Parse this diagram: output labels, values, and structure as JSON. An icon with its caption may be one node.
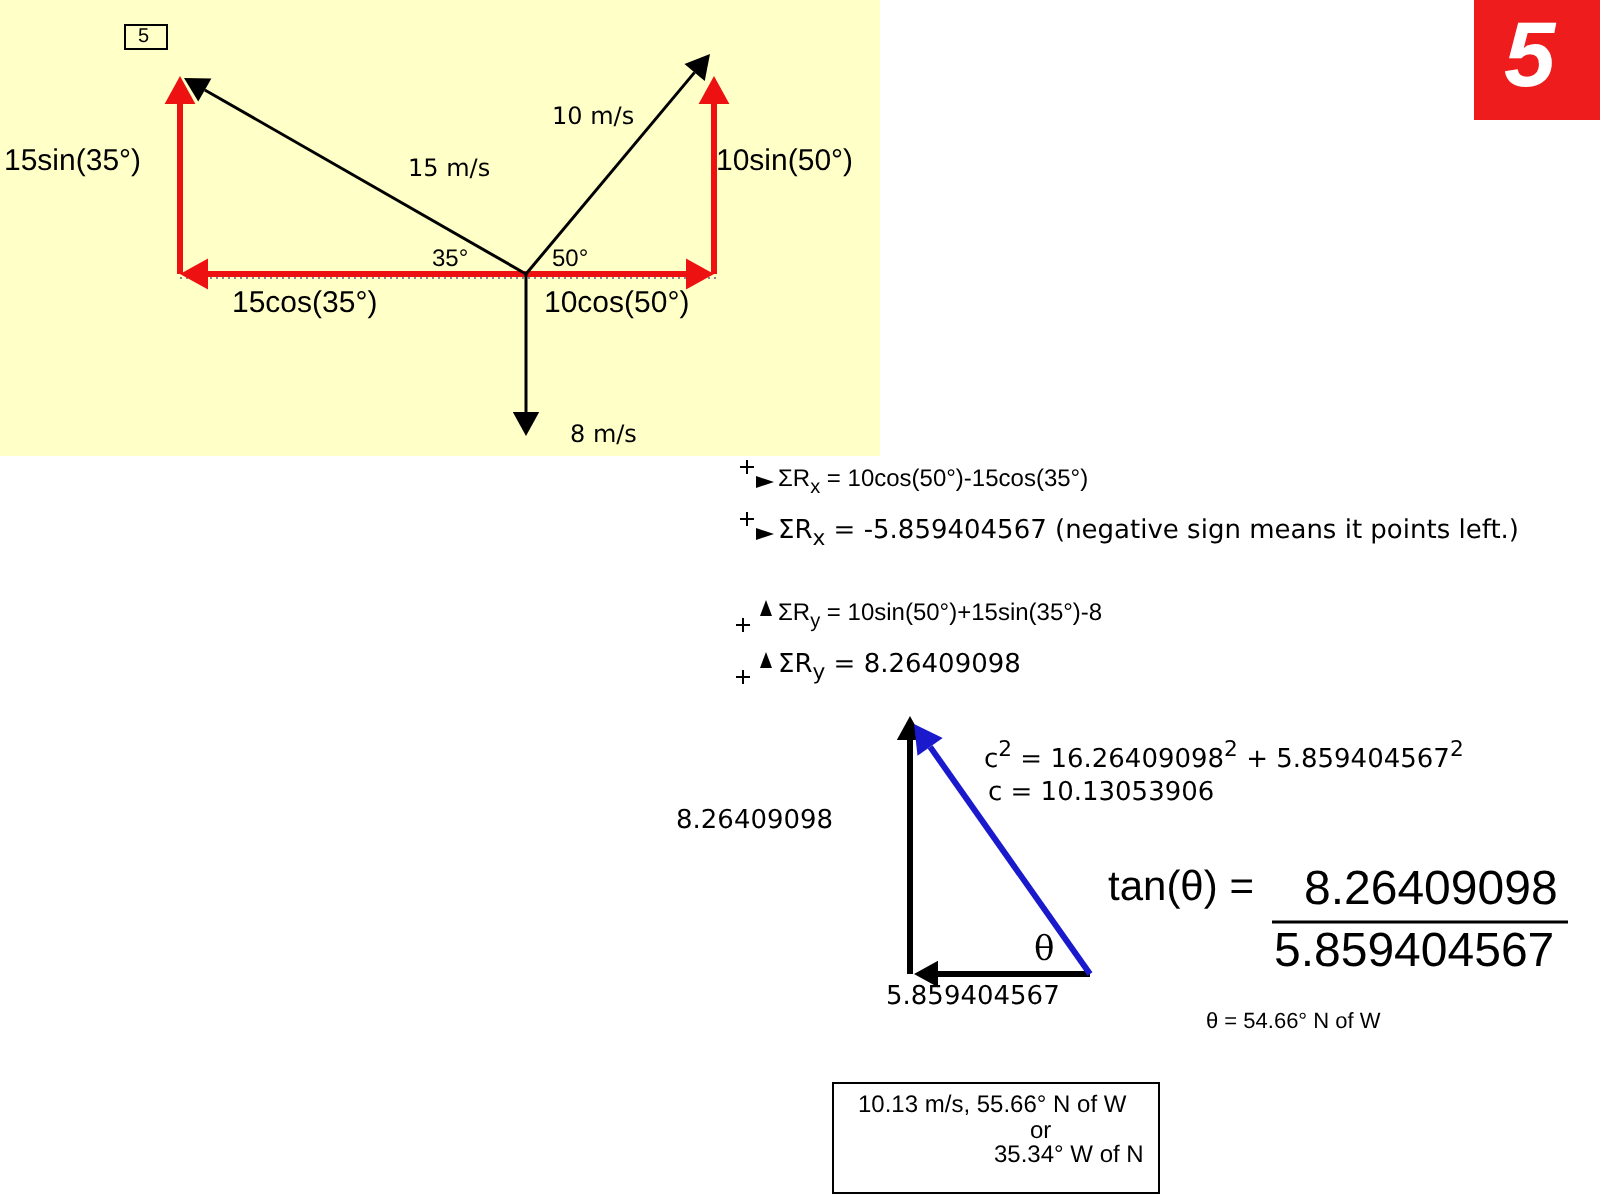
{
  "diagram": {
    "nodes": [
      {
        "text": [
          "5"
        ]
      },
      {
        "text": [
          "5"
        ]
      },
      {
        "text": [
          "10.13 m/s, 55.66° N of W",
          "or",
          "35.34° W of N"
        ]
      }
    ],
    "labels": [
      "10 m/s",
      "15sin(35°)",
      "15 m/s",
      "10sin(50°)",
      "35°",
      "50°",
      "15cos(35°)",
      "10cos(50°)",
      "8 m/s",
      "ΣR$_{x}$ = 10cos(50°)-15cos(35°)",
      "ΣR$_{x}$ = -5.859404567 (negative sign means it points left.)",
      "ΣR$_{y}$ = 10sin(50°)+15sin(35°)-8",
      "ΣR$_{y}$ = 8.26409098",
      "c$^{2}$ = 16.26409098$^{2}$ + 5.859404567$^{2}$",
      "c = 10.13053906",
      "8.26409098",
      "tan(θ) =",
      "8.26409098",
      "θ",
      "5.859404567",
      "5.859404567",
      "θ = 54.66° N of W"
    ]
  }
}
